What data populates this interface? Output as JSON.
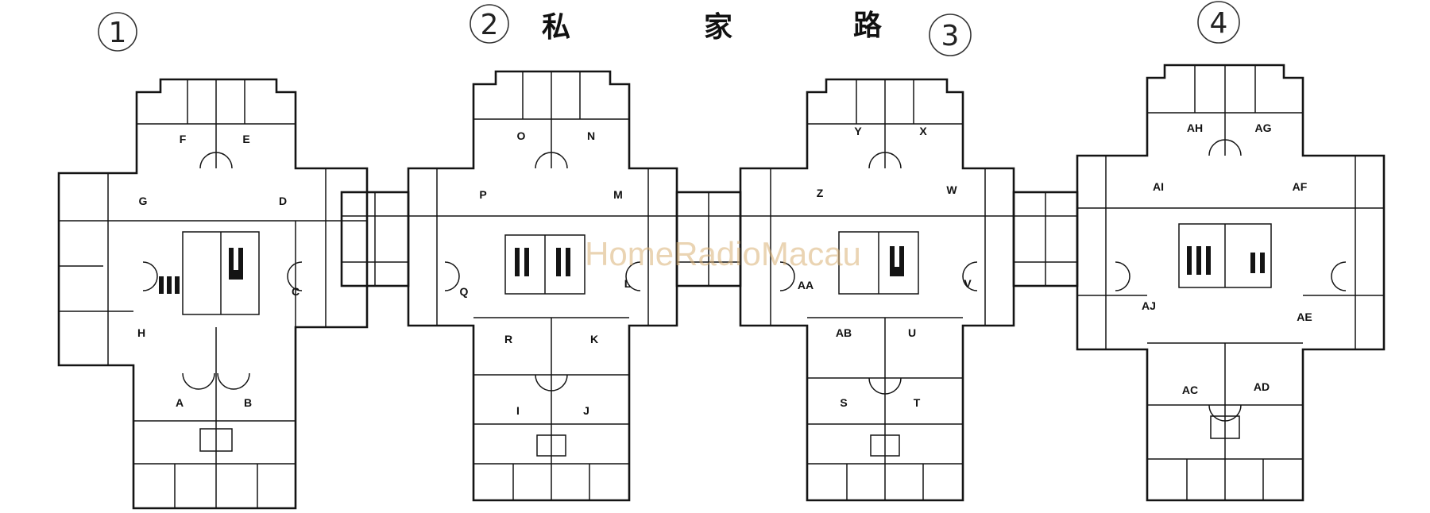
{
  "road": {
    "chars": [
      "私",
      "家",
      "路"
    ]
  },
  "watermark": "HomeRadioMacau",
  "blocks": [
    {
      "number": "1",
      "units": [
        "F",
        "E",
        "G",
        "D",
        "C",
        "H",
        "A",
        "B"
      ]
    },
    {
      "number": "2",
      "units": [
        "O",
        "N",
        "P",
        "M",
        "Q",
        "L",
        "R",
        "K",
        "I",
        "J"
      ]
    },
    {
      "number": "3",
      "units": [
        "Y",
        "X",
        "Z",
        "W",
        "AA",
        "V",
        "AB",
        "U",
        "S",
        "T"
      ]
    },
    {
      "number": "4",
      "units": [
        "AH",
        "AG",
        "AI",
        "AF",
        "AJ",
        "AE",
        "AC",
        "AD"
      ]
    }
  ]
}
